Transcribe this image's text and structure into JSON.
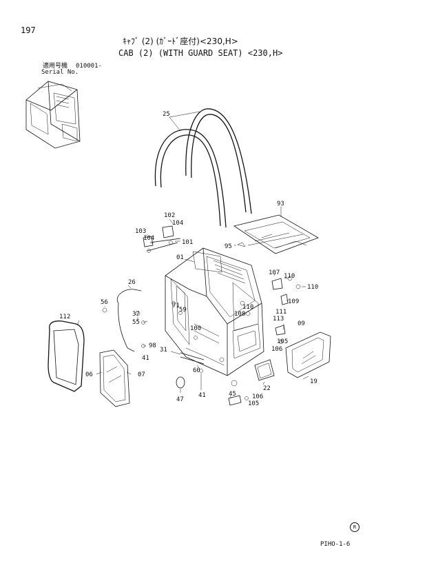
{
  "header": {
    "page_number": "197",
    "title_jp": "ｷｬﾌﾞ (2) (ｶﾞｰﾄﾞ座付)<230,H>",
    "title_en": "CAB (2) (WITH GUARD SEAT) <230,H>",
    "serial_label_jp": "適用号機",
    "serial_value": "010001-",
    "serial_label_en": "Serial No."
  },
  "callouts": {
    "c25": "25",
    "c93": "93",
    "c102": "102",
    "c104a": "104",
    "c103": "103",
    "c104b": "104",
    "c101": "101",
    "c95": "95",
    "c01": "01",
    "c107": "107",
    "c110a": "110",
    "c110b": "110",
    "c26": "26",
    "c109": "109",
    "c56": "56",
    "c71": "71",
    "c59": "59",
    "c110c": "110",
    "c108": "108",
    "c37": "37",
    "c111": "111",
    "c113": "113",
    "c55": "55",
    "c09": "09",
    "c112": "112",
    "c100": "100",
    "c105a": "105",
    "c98": "98",
    "c106a": "106",
    "c41a": "41",
    "c31": "31",
    "c60": "60",
    "c06": "06",
    "c07": "07",
    "c22": "22",
    "c19": "19",
    "c47": "47",
    "c41b": "41",
    "c45": "45",
    "c106b": "106",
    "c105b": "105"
  },
  "footer": {
    "code": "PIHO-1-6",
    "mark": "R"
  }
}
